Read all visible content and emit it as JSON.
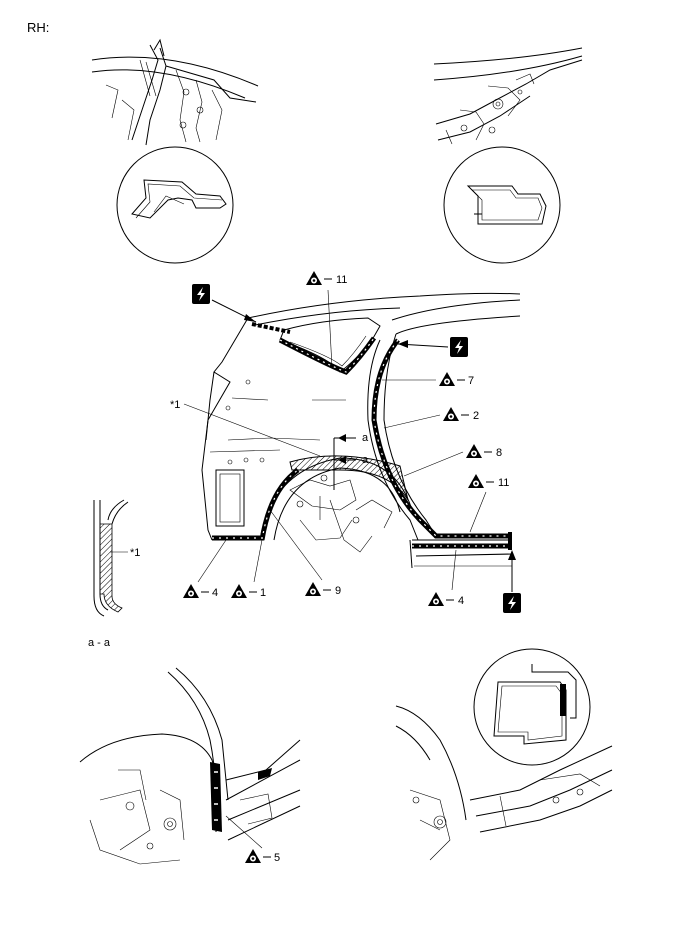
{
  "header": {
    "side_label": "RH:"
  },
  "section_label": "a - a",
  "section_cut_label": "a",
  "callout_ref": "*1",
  "symbols": {
    "weld_symbol": "lightning-bolt-box-icon",
    "sealer_symbol": "triangle-dot-icon"
  },
  "callouts": [
    {
      "id": "c11_top",
      "text": "11"
    },
    {
      "id": "c7",
      "text": "7"
    },
    {
      "id": "c2",
      "text": "2"
    },
    {
      "id": "c8",
      "text": "8"
    },
    {
      "id": "c11_right",
      "text": "11"
    },
    {
      "id": "c4_left",
      "text": "4"
    },
    {
      "id": "c1",
      "text": "1"
    },
    {
      "id": "c9",
      "text": "9"
    },
    {
      "id": "c4_right",
      "text": "4"
    },
    {
      "id": "c5",
      "text": "5"
    }
  ]
}
